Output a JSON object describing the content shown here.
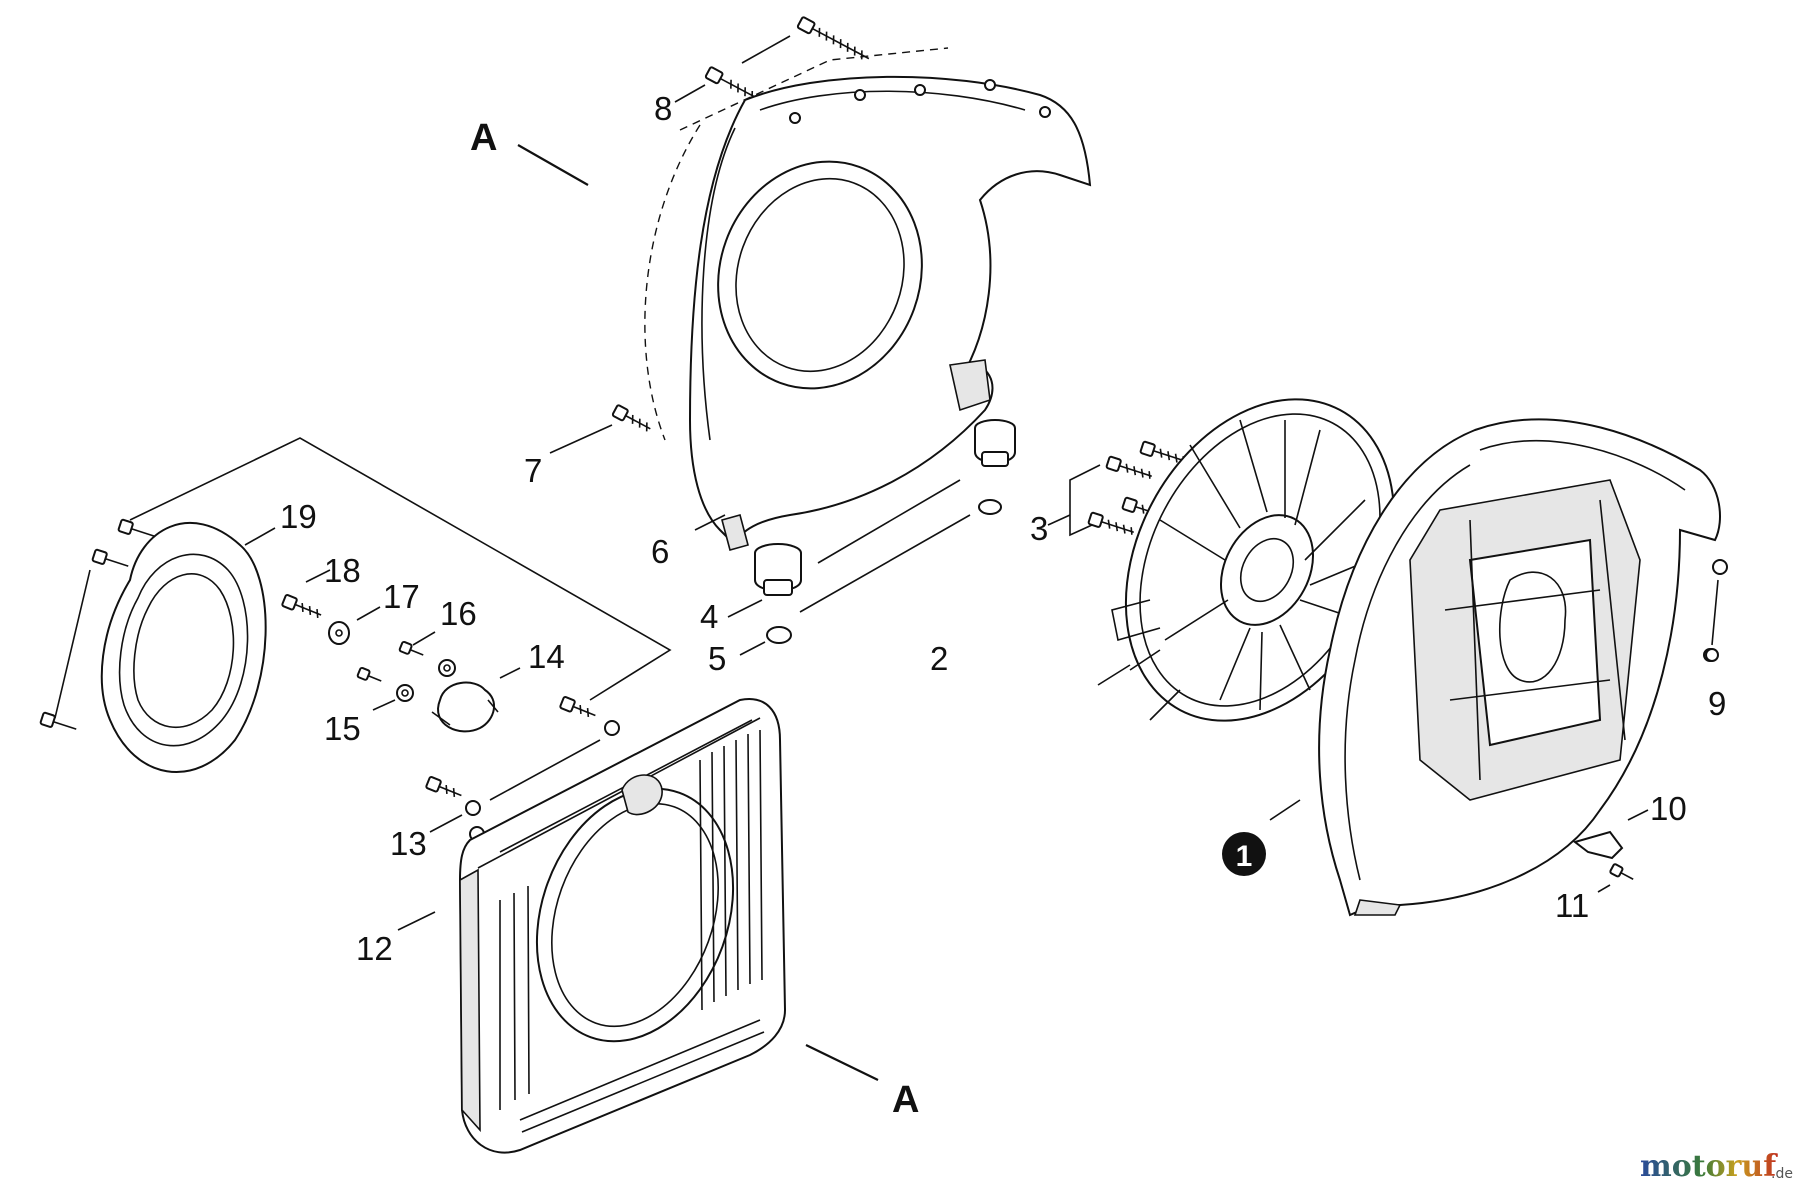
{
  "callouts": {
    "c1": "1",
    "c2": "2",
    "c3": "3",
    "c4": "4",
    "c5": "5",
    "c6": "6",
    "c7": "7",
    "c8": "8",
    "c9": "9",
    "c10": "10",
    "c11": "11",
    "c12": "12",
    "c13": "13",
    "c14": "14",
    "c15": "15",
    "c16": "16",
    "c17": "17",
    "c18": "18",
    "c19": "19"
  },
  "section_marks": {
    "top": "A",
    "bottom": "A"
  },
  "watermark": {
    "brand": "motoruf",
    "suffix": ".de"
  }
}
